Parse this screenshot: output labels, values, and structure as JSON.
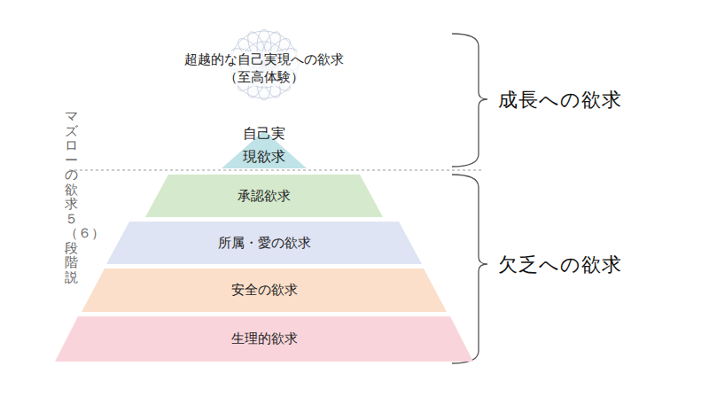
{
  "diagram": {
    "nodes": [
      {
        "text": [
          "自己実 現欲求"
        ]
      },
      {
        "text": [
          "承認欲求"
        ]
      },
      {
        "text": [
          "所属・愛の欲求"
        ]
      },
      {
        "text": [
          "安全の欲求"
        ]
      },
      {
        "text": [
          "生理的欲求"
        ]
      }
    ],
    "labels": [
      "マズローの欲求５（６）段階説",
      "超越的な自己実現への欲求 （至高体験）",
      "成長への欲求",
      "欠乏への欲求"
    ]
  }
}
